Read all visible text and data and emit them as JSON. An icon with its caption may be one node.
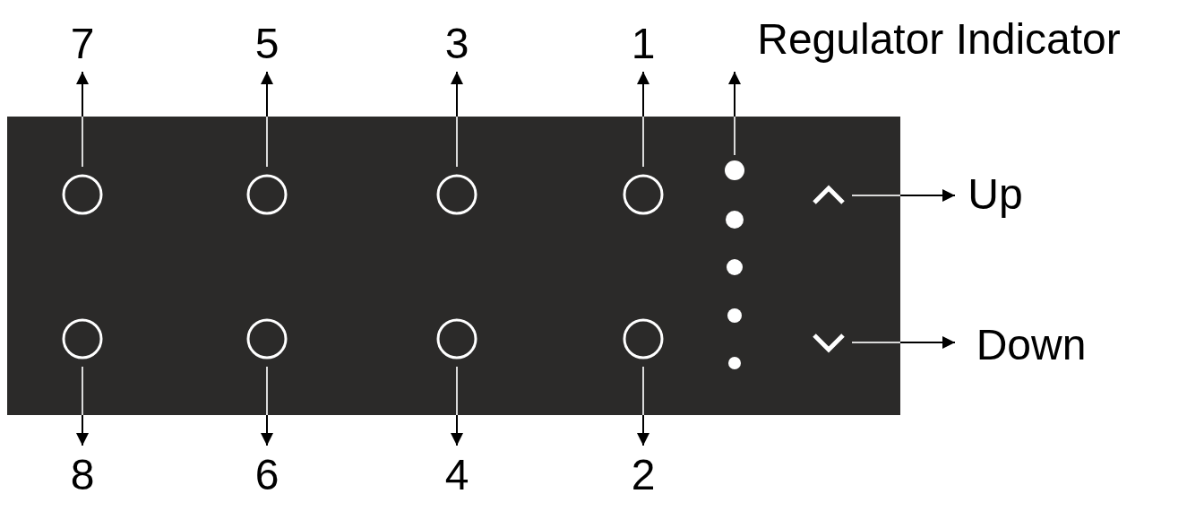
{
  "diagram": {
    "nodes": [
      {
        "text": [
          "7"
        ]
      },
      {
        "text": [
          "5"
        ]
      },
      {
        "text": [
          "3"
        ]
      },
      {
        "text": [
          "1"
        ]
      },
      {
        "text": [
          "Regulator Indicator"
        ]
      },
      {
        "text": [
          "Up"
        ]
      },
      {
        "text": [
          "Down"
        ]
      },
      {
        "text": [
          "8"
        ]
      },
      {
        "text": [
          "6"
        ]
      },
      {
        "text": [
          "4"
        ]
      },
      {
        "text": [
          "2"
        ]
      },
      {
        "text": [],
        "shape": "box"
      },
      {
        "text": [],
        "shape": "circle",
        "in": 11
      },
      {
        "text": [],
        "shape": "circle",
        "in": 11
      },
      {
        "text": [],
        "shape": "circle",
        "in": 11
      },
      {
        "text": [],
        "shape": "circle",
        "in": 11
      },
      {
        "text": [],
        "shape": "dot",
        "in": 11
      },
      {
        "text": [],
        "shape": "dot",
        "in": 11
      },
      {
        "text": [],
        "shape": "dot",
        "in": 11
      },
      {
        "text": [],
        "shape": "dot",
        "in": 11
      },
      {
        "text": [],
        "shape": "dot",
        "in": 11
      },
      {
        "text": [],
        "shape": "chevron-up",
        "in": 11
      },
      {
        "text": [],
        "shape": "chevron-down",
        "in": 11
      },
      {
        "text": [],
        "shape": "circle",
        "in": 11
      },
      {
        "text": [],
        "shape": "circle",
        "in": 11
      },
      {
        "text": [],
        "shape": "circle",
        "in": 11
      },
      {
        "text": [],
        "shape": "circle",
        "in": 11
      }
    ],
    "edges": [
      {
        "from": 12,
        "to": 0,
        "arrow": "to"
      },
      {
        "from": 13,
        "to": 1,
        "arrow": "to"
      },
      {
        "from": 14,
        "to": 2,
        "arrow": "to"
      },
      {
        "from": 15,
        "to": 3,
        "arrow": "to"
      },
      {
        "from": 16,
        "to": 4,
        "arrow": "to"
      },
      {
        "from": 21,
        "to": 5,
        "arrow": "to"
      },
      {
        "from": 22,
        "to": 6,
        "arrow": "to"
      },
      {
        "from": 23,
        "to": 7,
        "arrow": "to"
      },
      {
        "from": 24,
        "to": 8,
        "arrow": "to"
      },
      {
        "from": 25,
        "to": 9,
        "arrow": "to"
      },
      {
        "from": 26,
        "to": 10,
        "arrow": "to"
      }
    ]
  }
}
